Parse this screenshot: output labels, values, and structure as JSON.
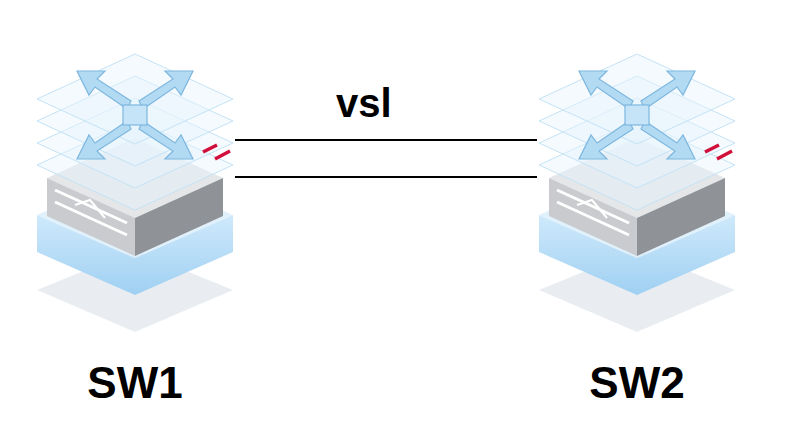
{
  "diagram": {
    "nodes": [
      {
        "text": [
          "SW1"
        ]
      },
      {
        "text": [
          "SW2"
        ]
      }
    ],
    "edges": [
      {
        "from": 0,
        "to": 1,
        "arrow": "none"
      },
      {
        "from": 0,
        "to": 1,
        "arrow": "none"
      }
    ],
    "labels": [
      "vsl"
    ]
  }
}
